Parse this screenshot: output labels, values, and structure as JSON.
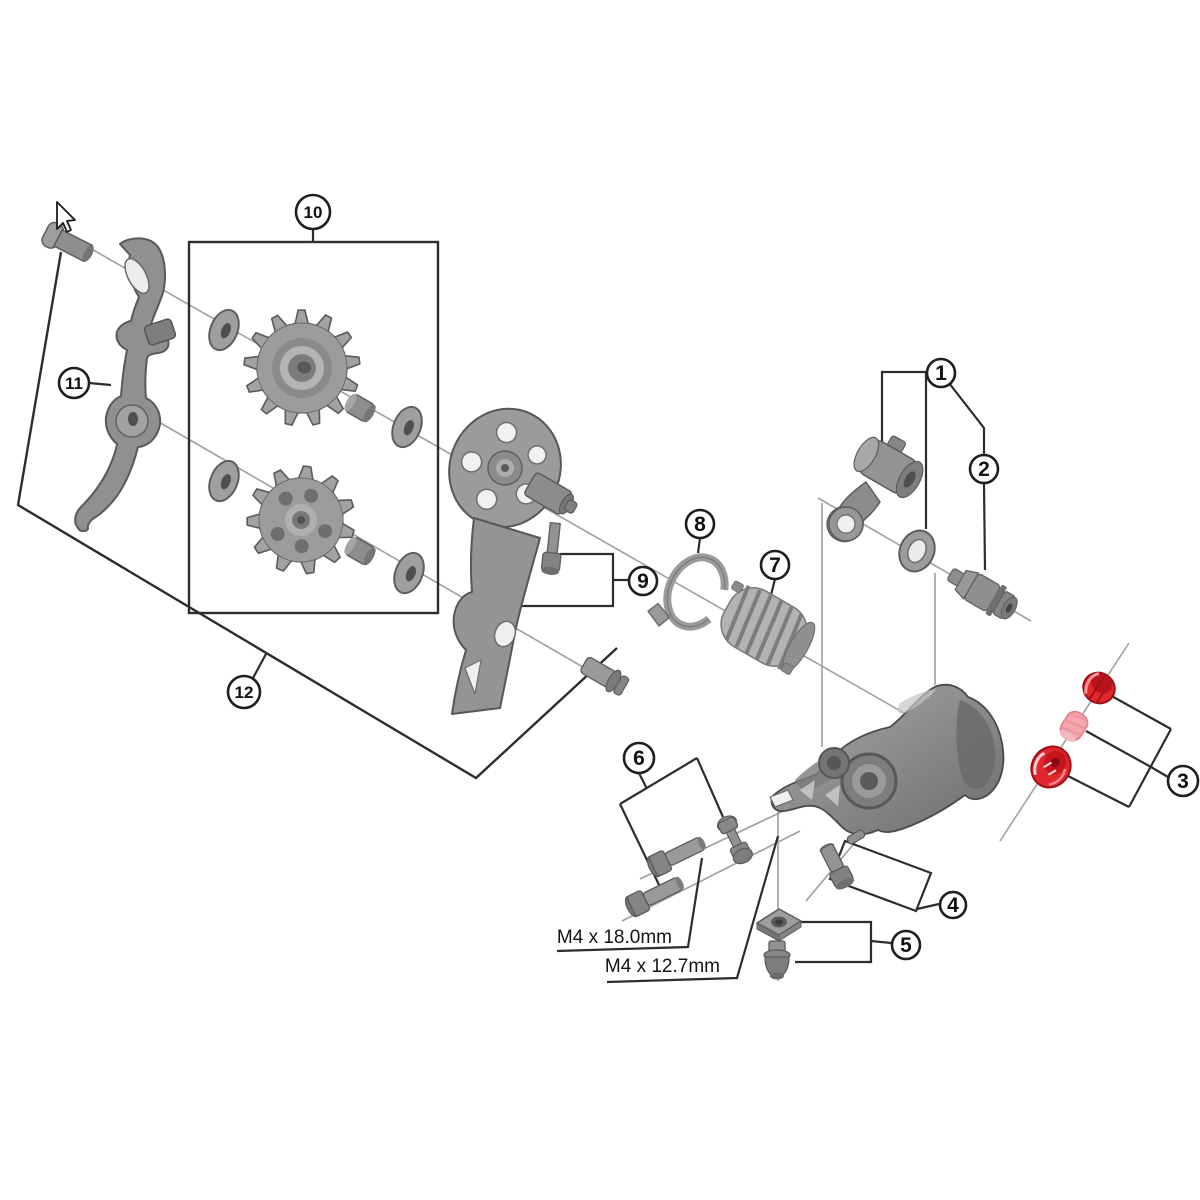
{
  "canvas": {
    "background": "#ffffff"
  },
  "callouts": {
    "c1": {
      "label": "1"
    },
    "c2": {
      "label": "2"
    },
    "c3": {
      "label": "3"
    },
    "c4": {
      "label": "4"
    },
    "c5": {
      "label": "5"
    },
    "c6": {
      "label": "6"
    },
    "c7": {
      "label": "7"
    },
    "c8": {
      "label": "8"
    },
    "c9": {
      "label": "9"
    },
    "c10": {
      "label": "10"
    },
    "c11": {
      "label": "11"
    },
    "c12": {
      "label": "12"
    }
  },
  "dims": {
    "long_bolt": "M4 x 18.0mm",
    "short_bolt": "M4 x 12.7mm"
  },
  "colors": {
    "red": "#e2262d",
    "red_dark": "#b9141d",
    "pink": "#f6a6ad",
    "part_gray": "#9a9a9a",
    "line_dark": "#2d2d2d",
    "line_light": "#9f9f9f"
  },
  "icons": {
    "cursor": "pointer-arrow"
  }
}
